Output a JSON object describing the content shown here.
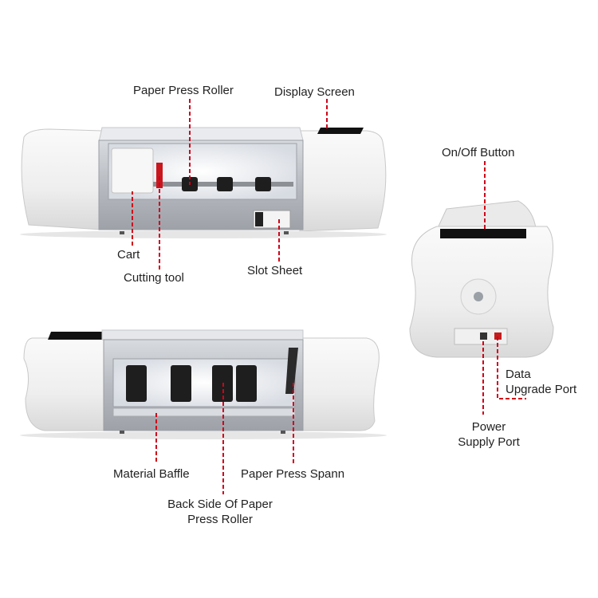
{
  "labels": {
    "paper_press_roller": "Paper Press Roller",
    "display_screen": "Display Screen",
    "cart": "Cart",
    "cutting_tool": "Cutting tool",
    "slot_sheet": "Slot Sheet",
    "on_off_button": "On/Off Button",
    "data_upgrade_port": [
      "Data",
      "Upgrade Port"
    ],
    "power_supply_port": [
      "Power",
      "Supply Port"
    ],
    "material_baffle": "Material Baffle",
    "paper_press_spann": "Paper Press Spann",
    "back_side_roller": [
      "Back Side Of Paper",
      "Press Roller"
    ]
  },
  "colors": {
    "leader_line": "#d0021b",
    "body_shell": "#f2f2f2",
    "body_edge": "#c9c9c9",
    "metal_panel": "#bfc3c8",
    "screen": "#111111",
    "roller": "#1e1e1e",
    "label_text": "#222222"
  }
}
